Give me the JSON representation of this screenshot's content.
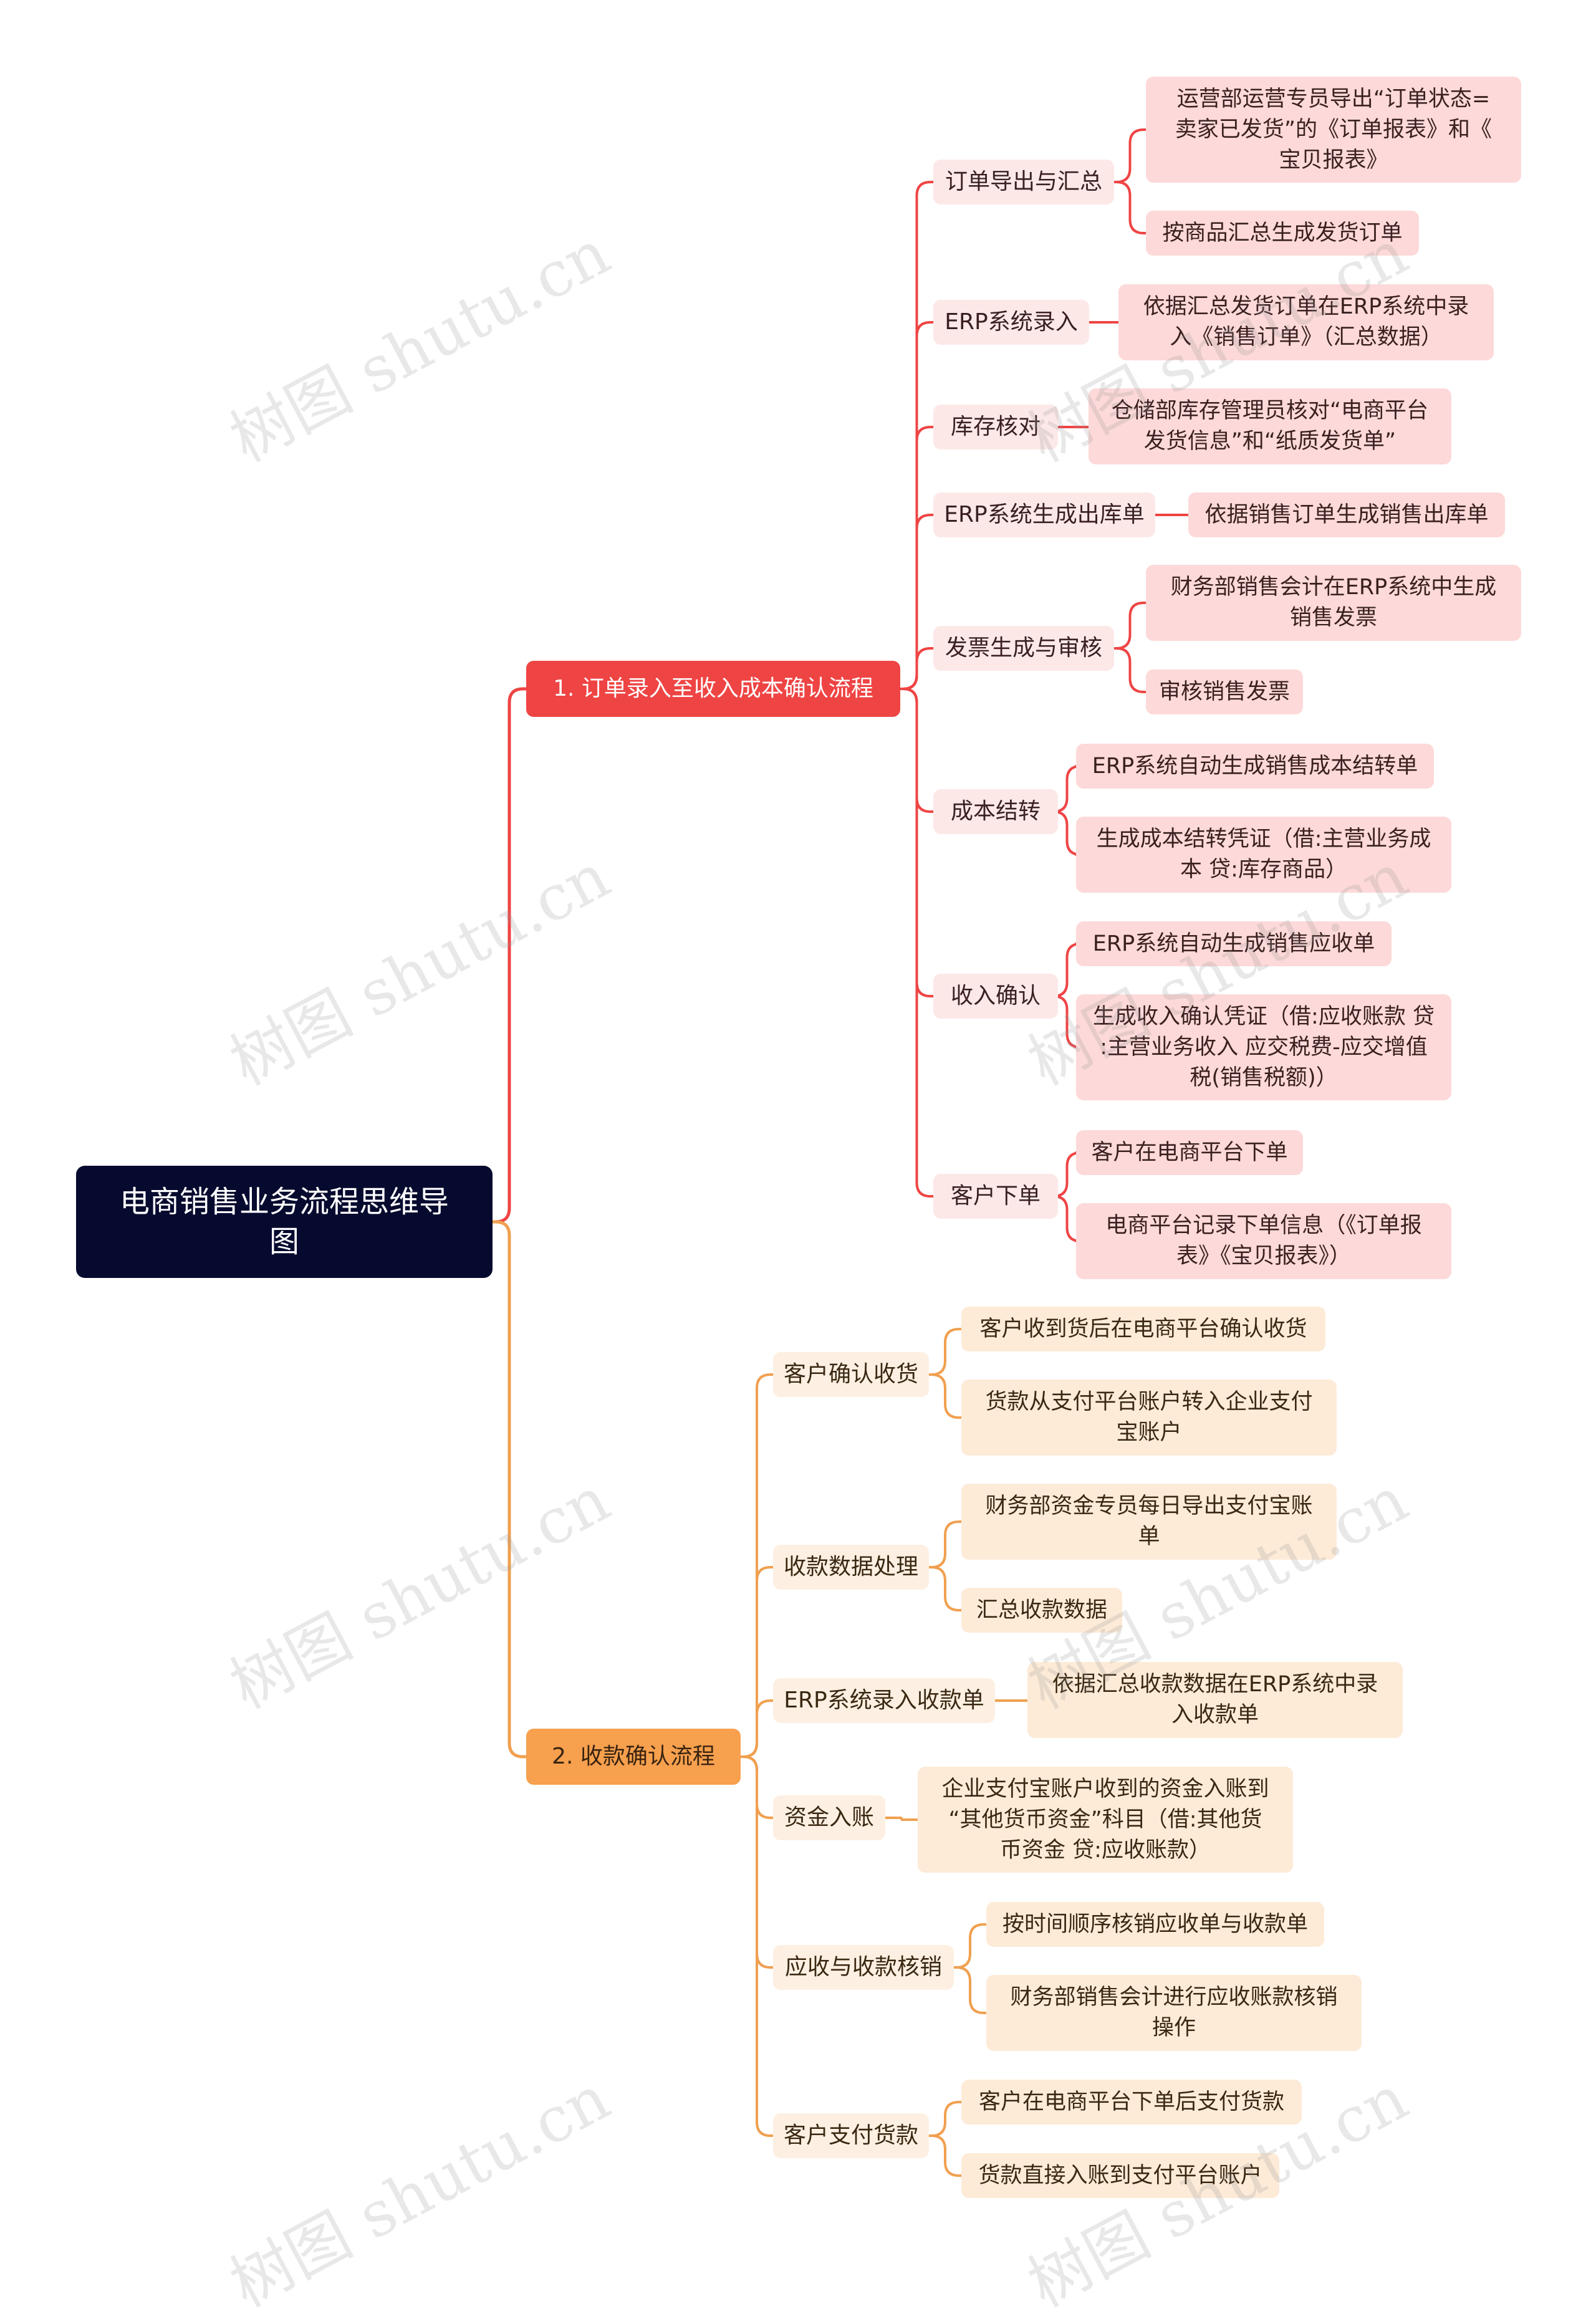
{
  "root": {
    "text": "电商销售业务流程思维导\n图"
  },
  "branch1": {
    "title": "1. 订单录入至收入成本确认流程",
    "color": "#ef4444",
    "children": [
      {
        "text": "订单导出与汇总",
        "leaves": [
          "运营部运营专员导出“订单状态=\n卖家已发货”的《订单报表》和《\n宝贝报表》",
          "按商品汇总生成发货订单"
        ]
      },
      {
        "text": "ERP系统录入",
        "leaves": [
          "依据汇总发货订单在ERP系统中录\n入《销售订单》（汇总数据）"
        ]
      },
      {
        "text": "库存核对",
        "leaves": [
          "仓储部库存管理员核对“电商平台\n发货信息”和“纸质发货单”"
        ]
      },
      {
        "text": "ERP系统生成出库单",
        "leaves": [
          "依据销售订单生成销售出库单"
        ]
      },
      {
        "text": "发票生成与审核",
        "leaves": [
          "财务部销售会计在ERP系统中生成\n销售发票",
          "审核销售发票"
        ]
      },
      {
        "text": "成本结转",
        "leaves": [
          "ERP系统自动生成销售成本结转单",
          "生成成本结转凭证（借:主营业务成\n本 贷:库存商品）"
        ]
      },
      {
        "text": "收入确认",
        "leaves": [
          "ERP系统自动生成销售应收单",
          "生成收入确认凭证（借:应收账款 贷\n:主营业务收入 应交税费-应交增值\n税(销售税额)）"
        ]
      },
      {
        "text": "客户下单",
        "leaves": [
          "客户在电商平台下单",
          "电商平台记录下单信息（《订单报\n表》《宝贝报表》）"
        ]
      }
    ]
  },
  "branch2": {
    "title": "2. 收款确认流程",
    "color": "#f0a050",
    "children": [
      {
        "text": "客户确认收货",
        "leaves": [
          "客户收到货后在电商平台确认收货",
          "货款从支付平台账户转入企业支付\n宝账户"
        ]
      },
      {
        "text": "收款数据处理",
        "leaves": [
          "财务部资金专员每日导出支付宝账\n单",
          "汇总收款数据"
        ]
      },
      {
        "text": "ERP系统录入收款单",
        "leaves": [
          "依据汇总收款数据在ERP系统中录\n入收款单"
        ]
      },
      {
        "text": "资金入账",
        "leaves": [
          "企业支付宝账户收到的资金入账到\n“其他货币资金”科目（借:其他货\n币资金 贷:应收账款）"
        ]
      },
      {
        "text": "应收与收款核销",
        "leaves": [
          "按时间顺序核销应收单与收款单",
          "财务部销售会计进行应收账款核销\n操作"
        ]
      },
      {
        "text": "客户支付货款",
        "leaves": [
          "客户在电商平台下单后支付货款",
          "货款直接入账到支付平台账户"
        ]
      }
    ]
  },
  "watermark": {
    "text": "树图 shutu.cn"
  }
}
